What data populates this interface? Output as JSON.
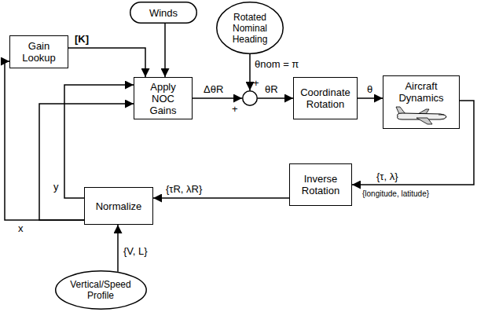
{
  "diagram": {
    "nodes": [
      {
        "text": [
          "Gain Lookup"
        ]
      },
      {
        "text": [
          "Winds"
        ]
      },
      {
        "text": [
          "Rotated Nominal Heading"
        ]
      },
      {
        "text": [
          "Apply NOC Gains"
        ]
      },
      {
        "text": [
          "+",
          "+"
        ]
      },
      {
        "text": [
          "Coordinate Rotation"
        ]
      },
      {
        "text": [
          "Aircraft Dynamics"
        ]
      },
      {
        "text": [
          "Inverse Rotation"
        ]
      },
      {
        "text": [
          "Normalize"
        ]
      },
      {
        "text": [
          "Vertical/Speed Profile"
        ]
      }
    ],
    "edges": [
      {
        "from": 0,
        "to": 3,
        "arrow": "to",
        "label": "[K]"
      },
      {
        "from": 1,
        "to": 3,
        "arrow": "to"
      },
      {
        "from": 2,
        "to": 4,
        "arrow": "to",
        "label": "θnom = π"
      },
      {
        "from": 3,
        "to": 4,
        "arrow": "to",
        "label": "ΔθR"
      },
      {
        "from": 4,
        "to": 5,
        "arrow": "to",
        "label": "θR"
      },
      {
        "from": 5,
        "to": 6,
        "arrow": "to",
        "label": "θ"
      },
      {
        "from": 6,
        "to": 7,
        "arrow": "to",
        "label": "{τ, λ}"
      },
      {
        "from": 7,
        "to": 8,
        "arrow": "to",
        "label": "{τR, λR}"
      },
      {
        "from": 9,
        "to": 8,
        "arrow": "to",
        "label": "{V, L}"
      },
      {
        "from": 8,
        "to": 0,
        "arrow": "to",
        "label": "x"
      },
      {
        "from": 8,
        "to": 3,
        "arrow": "to"
      },
      {
        "from": 8,
        "to": 3,
        "arrow": "to",
        "label": "y"
      }
    ],
    "labels": [
      "{longitude, latitude}"
    ]
  }
}
